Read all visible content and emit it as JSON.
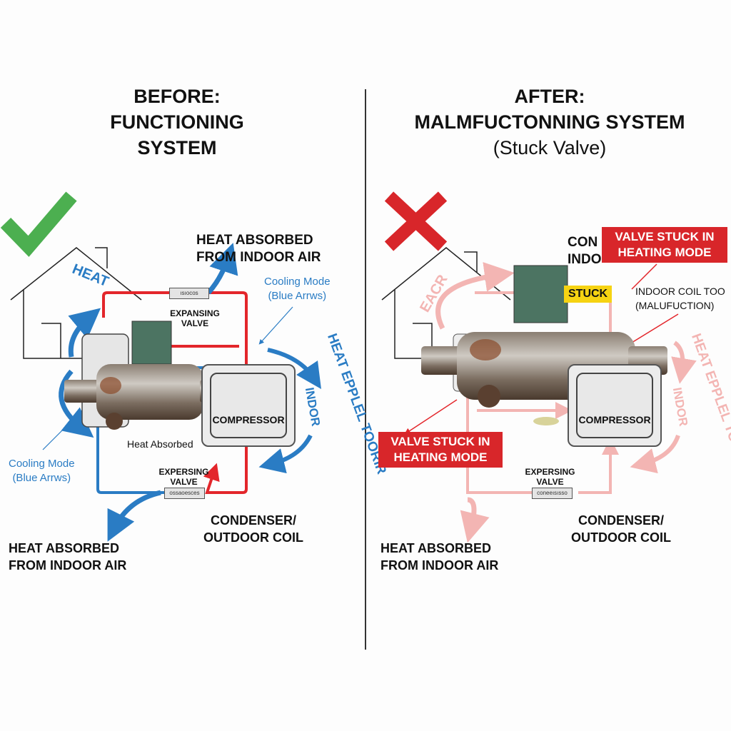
{
  "before": {
    "title_lines": [
      "BEFORE:",
      "FUNCTIONING",
      "SYSTEM"
    ],
    "status_icon": "check-mark-icon",
    "heat_absorbed_top": [
      "HEAT ABSORBED",
      "FROM INDOOR AIR"
    ],
    "heat_label": "HEAT",
    "cooling_mode_right": [
      "Cooling Mode",
      "(Blue Arrws)"
    ],
    "cooling_mode_left": [
      "Cooling Mode",
      "(Blue Arrws)"
    ],
    "expansing_valve": [
      "EXPANSING",
      "VALVE"
    ],
    "top_tag": "ısıocos",
    "compressor": "COMPRESSOR",
    "heat_absorbed_small": "Heat Absorbed",
    "expersing_valve": [
      "EXPERSING",
      "VALVE"
    ],
    "bottom_tag": "ossaoesces",
    "curved_outer": "HEAT EPPLEL TOORIR",
    "curved_inner": "INDOR",
    "condenser": [
      "CONDENSER/",
      "OUTDOOR COIL"
    ],
    "heat_absorbed_bottom": [
      "HEAT ABSORBED",
      "FROM INDOOR AIR"
    ]
  },
  "after": {
    "title_lines": [
      "AFTER:",
      "MALMFUCTONNING SYSTEM",
      "(Stuck Valve)"
    ],
    "status_icon": "x-mark-icon",
    "hidden_label": [
      "CON",
      "INDO"
    ],
    "alert_top": [
      "VALVE STUCK IN",
      "HEATING MODE"
    ],
    "stuck_badge": "STUCK",
    "indoor_coil": [
      "INDOOR COIL TOO",
      "(MALUFUCTION)"
    ],
    "eacr_label": "EACR",
    "compressor": "COMPRESSOR",
    "alert_bottom": [
      "VALVE STUCK IN",
      "HEATING MODE"
    ],
    "expersing_valve": [
      "EXPERSING",
      "VALVE"
    ],
    "bottom_tag": "coneeısısso",
    "curved_outer": "HEAT EPPLEL TOORIR",
    "curved_inner": "INDOR",
    "condenser": [
      "CONDENSER/",
      "OUTDOOR COIL"
    ],
    "heat_absorbed_bottom": [
      "HEAT ABSORBED",
      "FROM INDOOR AIR"
    ]
  },
  "colors": {
    "hot": "#e3262b",
    "cold": "#2a7cc4",
    "faded": "#f3b5b3",
    "check": "#4caf50",
    "cross": "#d8262a",
    "stuck": "#f6d312"
  }
}
